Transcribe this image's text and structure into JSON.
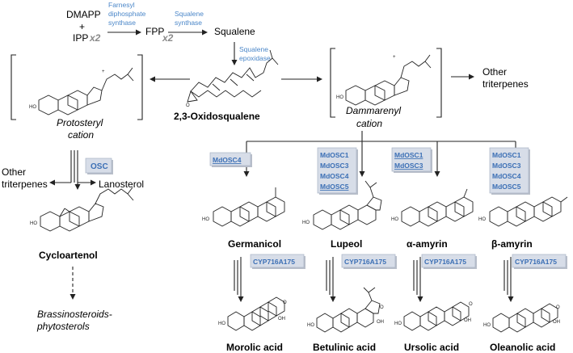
{
  "top": {
    "dmapp": "DMAPP",
    "plus": "+",
    "ipp": "IPP",
    "x2_a": "x2",
    "fpp": "FPP",
    "x2_b": "x2",
    "squalene": "Squalene",
    "enzyme_fds_1": "Farnesyl",
    "enzyme_fds_2": "diphosphate",
    "enzyme_fds_3": "synthase",
    "enzyme_sqs_1": "Squalene",
    "enzyme_sqs_2": "synthase",
    "enzyme_sqe_1": "Squalene",
    "enzyme_sqe_2": "epoxidase"
  },
  "center": {
    "oxidosqualene": "2,3-Oxidosqualene"
  },
  "protosteryl": {
    "line1": "Protosteryl",
    "line2": "cation"
  },
  "dammarenyl": {
    "line1": "Dammarenyl",
    "line2": "cation"
  },
  "other_right": {
    "line1": "Other",
    "line2": "triterpenes"
  },
  "other_left": {
    "line1": "Other",
    "line2": "triterpenes"
  },
  "osc": "OSC",
  "lanosterol": "Lanosterol",
  "cycloartenol": "Cycloartenol",
  "brassino": {
    "line1": "Brassinosteroids-",
    "line2": "phytosterols"
  },
  "branches": [
    {
      "enzymes": [
        "MdOSC4"
      ],
      "product": "Germanicol",
      "cyp": "CYP716A175",
      "acid": "Morolic acid"
    },
    {
      "enzymes": [
        "MdOSC1",
        "MdOSC3",
        "MdOSC4",
        "MdOSC5"
      ],
      "product": "Lupeol",
      "cyp": "CYP716A175",
      "acid": "Betulinic acid"
    },
    {
      "enzymes": [
        "MdOSC1",
        "MdOSC3"
      ],
      "product": "α-amyrin",
      "cyp": "CYP716A175",
      "acid": "Ursolic acid"
    },
    {
      "enzymes": [
        "MdOSC1",
        "MdOSC3",
        "MdOSC4",
        "MdOSC5"
      ],
      "product": "β-amyrin",
      "cyp": "CYP716A175",
      "acid": "Oleanolic acid"
    }
  ],
  "atoms": {
    "ho": "HO",
    "h": "H",
    "o": "O",
    "oh": "OH",
    "charge": "+"
  },
  "colors": {
    "enzyme_blue": "#4a86c8",
    "box_fill": "#d7dde8",
    "box_text": "#3b6fb5"
  }
}
